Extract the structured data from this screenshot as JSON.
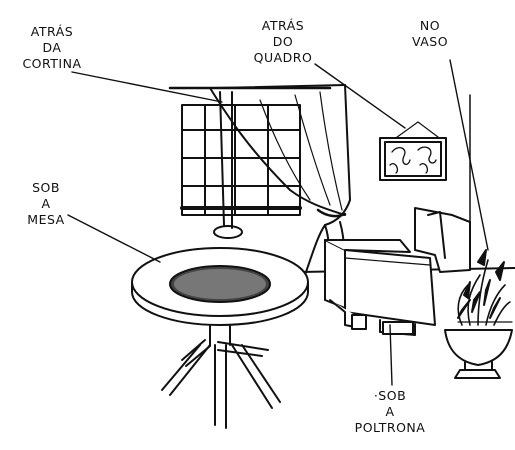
{
  "labels": {
    "cortina": [
      "ATRÁS",
      "DA",
      "CORTINA"
    ],
    "quadro": [
      "ATRÁS",
      "DO",
      "QUADRO"
    ],
    "vaso": [
      "NO",
      "VASO"
    ],
    "mesa": [
      "SOB",
      "A",
      "MESA"
    ],
    "poltrona": [
      "·SOB",
      "A",
      "POLTRONA"
    ]
  },
  "colors": {
    "ink": "#111111",
    "paper": "#ffffff"
  }
}
